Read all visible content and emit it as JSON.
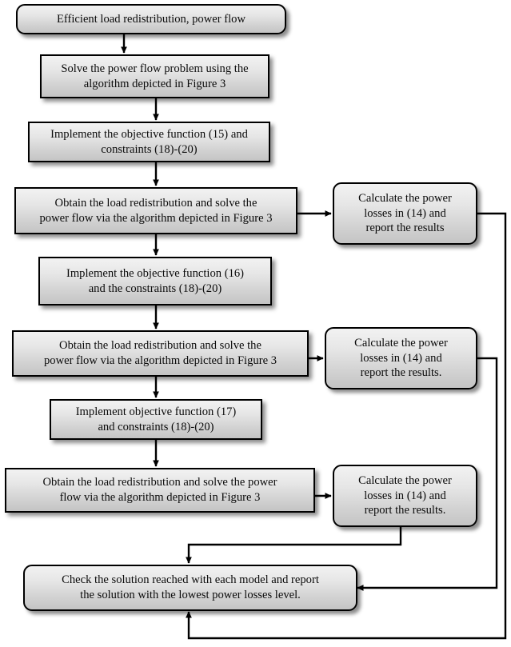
{
  "diagram": {
    "title": "Efficient load redistribution power flow flowchart",
    "background_color": "#ffffff",
    "node_fill_top": "#f2f2f2",
    "node_fill_bottom": "#c4c4c4",
    "node_border_color": "#000000",
    "connector_color": "#000000",
    "type": "flowchart"
  },
  "nodes": {
    "start": {
      "label": "Efficient load redistribution, power flow",
      "shape": "rounded-rectangle"
    },
    "solve_power_flow": {
      "label": "Solve the power flow problem using the\nalgorithm depicted in Figure 3",
      "shape": "rectangle"
    },
    "implement_15": {
      "label": "Implement the objective function (15) and\nconstraints (18)-(20)",
      "shape": "rectangle"
    },
    "obtain_1": {
      "label": "Obtain the load redistribution and solve the\npower flow via the algorithm depicted in Figure 3",
      "shape": "rectangle"
    },
    "calculate_1": {
      "label": "Calculate the power\nlosses in (14) and\nreport the results",
      "shape": "rounded-rectangle"
    },
    "implement_16": {
      "label": "Implement the objective function (16)\nand the constraints (18)-(20)",
      "shape": "rectangle"
    },
    "obtain_2": {
      "label": "Obtain the load redistribution and solve the\npower flow via the algorithm depicted in Figure 3",
      "shape": "rectangle"
    },
    "calculate_2": {
      "label": "Calculate the power\nlosses in (14) and\nreport the results.",
      "shape": "rounded-rectangle"
    },
    "implement_17": {
      "label": "Implement objective function (17)\nand constraints (18)-(20)",
      "shape": "rectangle"
    },
    "obtain_3": {
      "label": "Obtain the load redistribution and solve the power\nflow via the algorithm depicted in Figure 3",
      "shape": "rectangle"
    },
    "calculate_3": {
      "label": "Calculate the power\nlosses in (14) and\nreport the results.",
      "shape": "rounded-rectangle"
    },
    "check_solution": {
      "label": "Check the solution reached with each model and report\nthe solution with the lowest power losses level.",
      "shape": "rounded-rectangle"
    }
  }
}
